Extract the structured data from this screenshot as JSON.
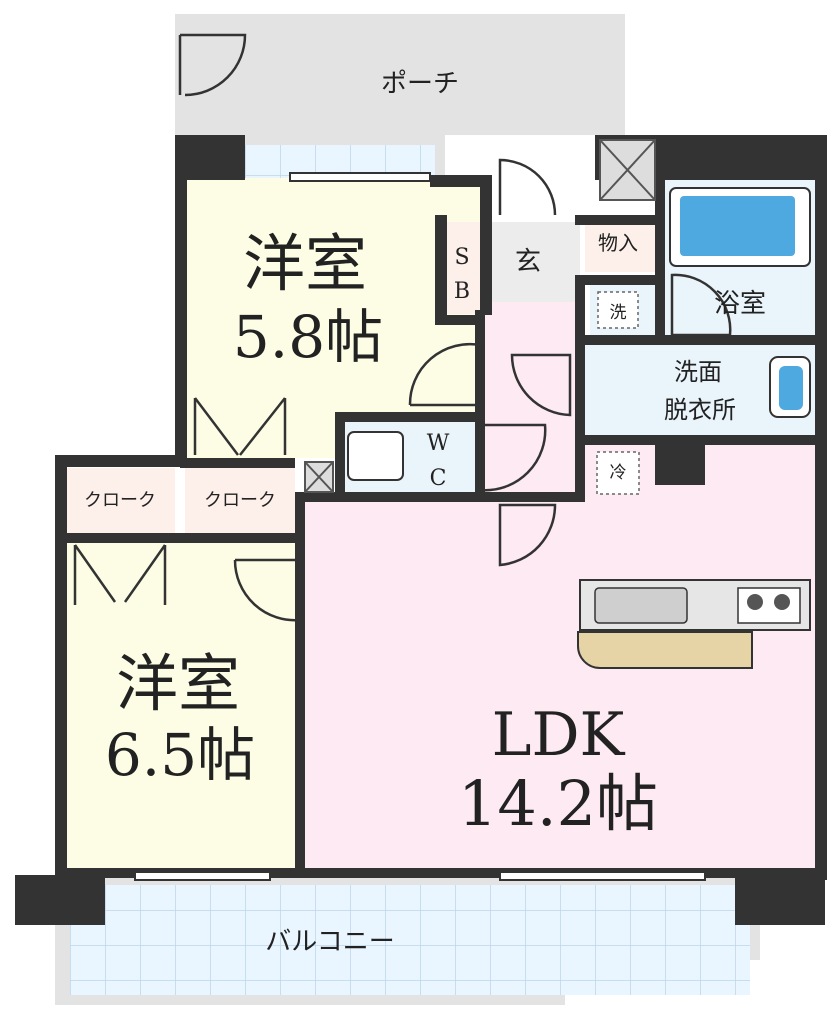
{
  "plan": {
    "porch": "ポーチ",
    "balcony": "バルコニー",
    "western_room_1": {
      "name": "洋室",
      "size": "5.8帖"
    },
    "western_room_2": {
      "name": "洋室",
      "size": "6.5帖"
    },
    "ldk": {
      "name": "LDK",
      "size": "14.2帖"
    },
    "entrance": "玄",
    "sb": {
      "top": "S",
      "bottom": "B"
    },
    "storage": "物入",
    "bath": "浴室",
    "washroom": {
      "line1": "洗面",
      "line2": "脱衣所"
    },
    "washer": "洗",
    "wc": {
      "top": "W",
      "bottom": "C"
    },
    "fridge": "冷",
    "cloak_1": "クローク",
    "cloak_2": "クローク"
  },
  "colors": {
    "wall": "#333333",
    "western_room": "#fdfde6",
    "ldk": "#fdeaf2",
    "wet_area": "#eaf4fb",
    "outdoor": "#e3e3e3",
    "balcony_tile": "#eaf6ff",
    "closet": "#fdf0ea",
    "counter": "#e6d3a6",
    "bath_tub": "#4da9e0"
  }
}
